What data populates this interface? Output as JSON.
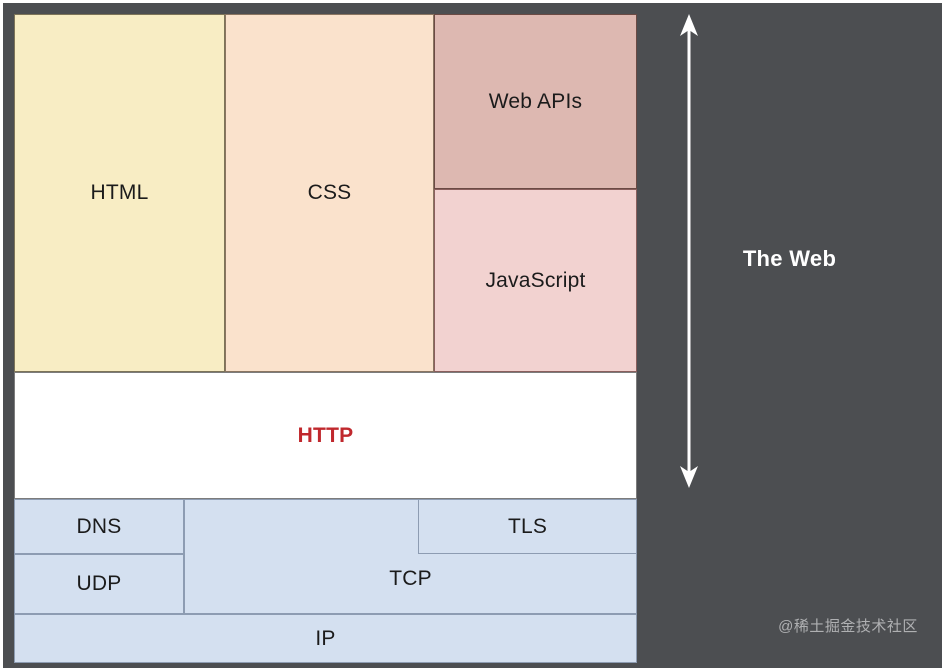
{
  "diagram": {
    "title_hidden": "Web technology stack",
    "layers": {
      "languages": [
        {
          "label": "HTML",
          "color": "#f8edc4"
        },
        {
          "label": "CSS",
          "color": "#fae2cc"
        },
        {
          "label": "Web APIs",
          "color": "#ddb8b1"
        },
        {
          "label": "JavaScript",
          "color": "#f2d2d0"
        }
      ],
      "protocol": {
        "label": "HTTP",
        "color": "#ffffff",
        "text_color": "#c0282d"
      },
      "network": [
        {
          "label": "DNS",
          "color": "#d4e0f0"
        },
        {
          "label": "UDP",
          "color": "#d4e0f0"
        },
        {
          "label": "TCP",
          "color": "#d4e0f0"
        },
        {
          "label": "TLS",
          "color": "#d4e0f0"
        },
        {
          "label": "IP",
          "color": "#d4e0f0"
        }
      ]
    }
  },
  "panel": {
    "label": "The Web",
    "background": "#4c4e51",
    "arrow": "double-headed-vertical-arrow",
    "arrow_color": "#ffffff"
  },
  "watermark": {
    "text": "@稀土掘金技术社区"
  }
}
